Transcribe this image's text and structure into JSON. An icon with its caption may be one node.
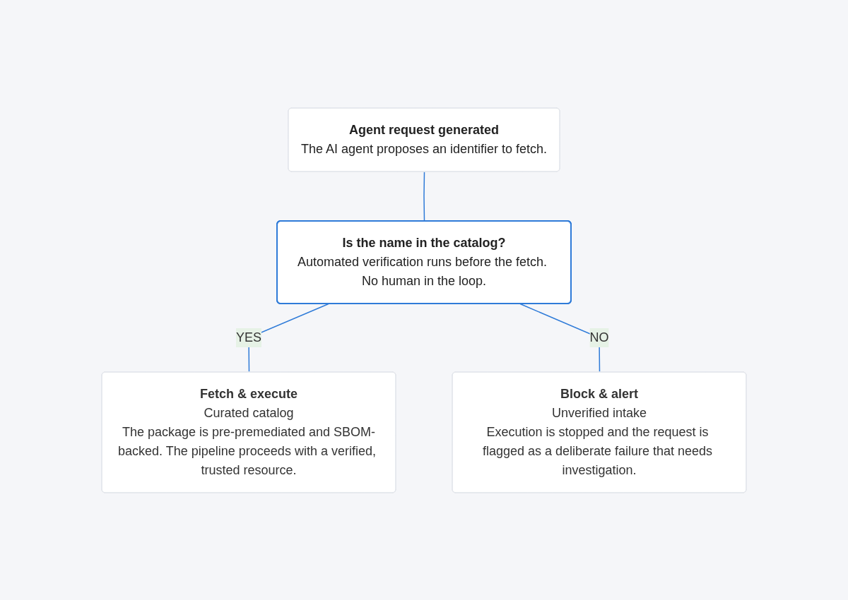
{
  "diagram": {
    "nodes": [
      {
        "text": [
          "Agent request generated",
          "The AI agent proposes an identifier to fetch."
        ]
      },
      {
        "text": [
          "Is the name in the catalog?",
          "Automated verification runs before the fetch. No human in the loop."
        ]
      },
      {
        "text": [
          "Fetch & execute",
          "Curated catalog",
          "The package is pre-premediated and SBOM-backed. The pipeline proceeds with a verified, trusted resource."
        ]
      },
      {
        "text": [
          "Block & alert",
          "Unverified intake",
          "Execution is stopped and the request is flagged as a deliberate failure that needs investigation."
        ]
      }
    ],
    "edges": [
      {
        "from": 0,
        "to": 1,
        "arrow": "none"
      },
      {
        "from": 1,
        "to": 2,
        "arrow": "none",
        "label": "YES"
      },
      {
        "from": 1,
        "to": 3,
        "arrow": "none",
        "label": "NO"
      }
    ]
  }
}
